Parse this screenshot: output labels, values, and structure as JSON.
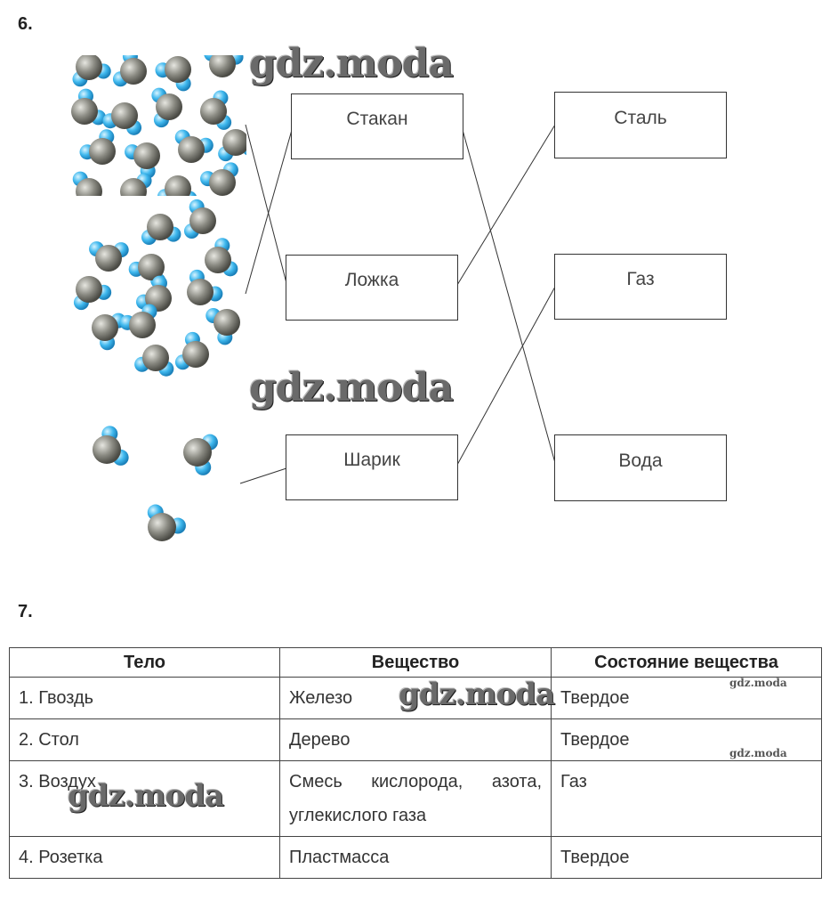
{
  "task6": {
    "number": "6.",
    "bodies": [
      "Стакан",
      "Ложка",
      "Шарик"
    ],
    "substances": [
      "Сталь",
      "Газ",
      "Вода"
    ]
  },
  "task7": {
    "number": "7.",
    "headers": [
      "Тело",
      "Вещество",
      "Состояние вещества"
    ],
    "rows": [
      {
        "body": "1. Гвоздь",
        "substance": "Железо",
        "state": "Твердое"
      },
      {
        "body": "2. Стол",
        "substance": "Дерево",
        "state": "Твердое"
      },
      {
        "body": "3. Воздух",
        "substance_line1": "Смесь кислорода, азота,",
        "substance_line2": "углекислого газа",
        "state": "Газ"
      },
      {
        "body": "4. Розетка",
        "substance": "Пластмасса",
        "state": "Твердое"
      }
    ]
  },
  "watermark": "gdz.moda",
  "colors": {
    "molecule_gray": "#8a8a82",
    "molecule_blue": "#3fb8ee",
    "line": "#333333"
  }
}
